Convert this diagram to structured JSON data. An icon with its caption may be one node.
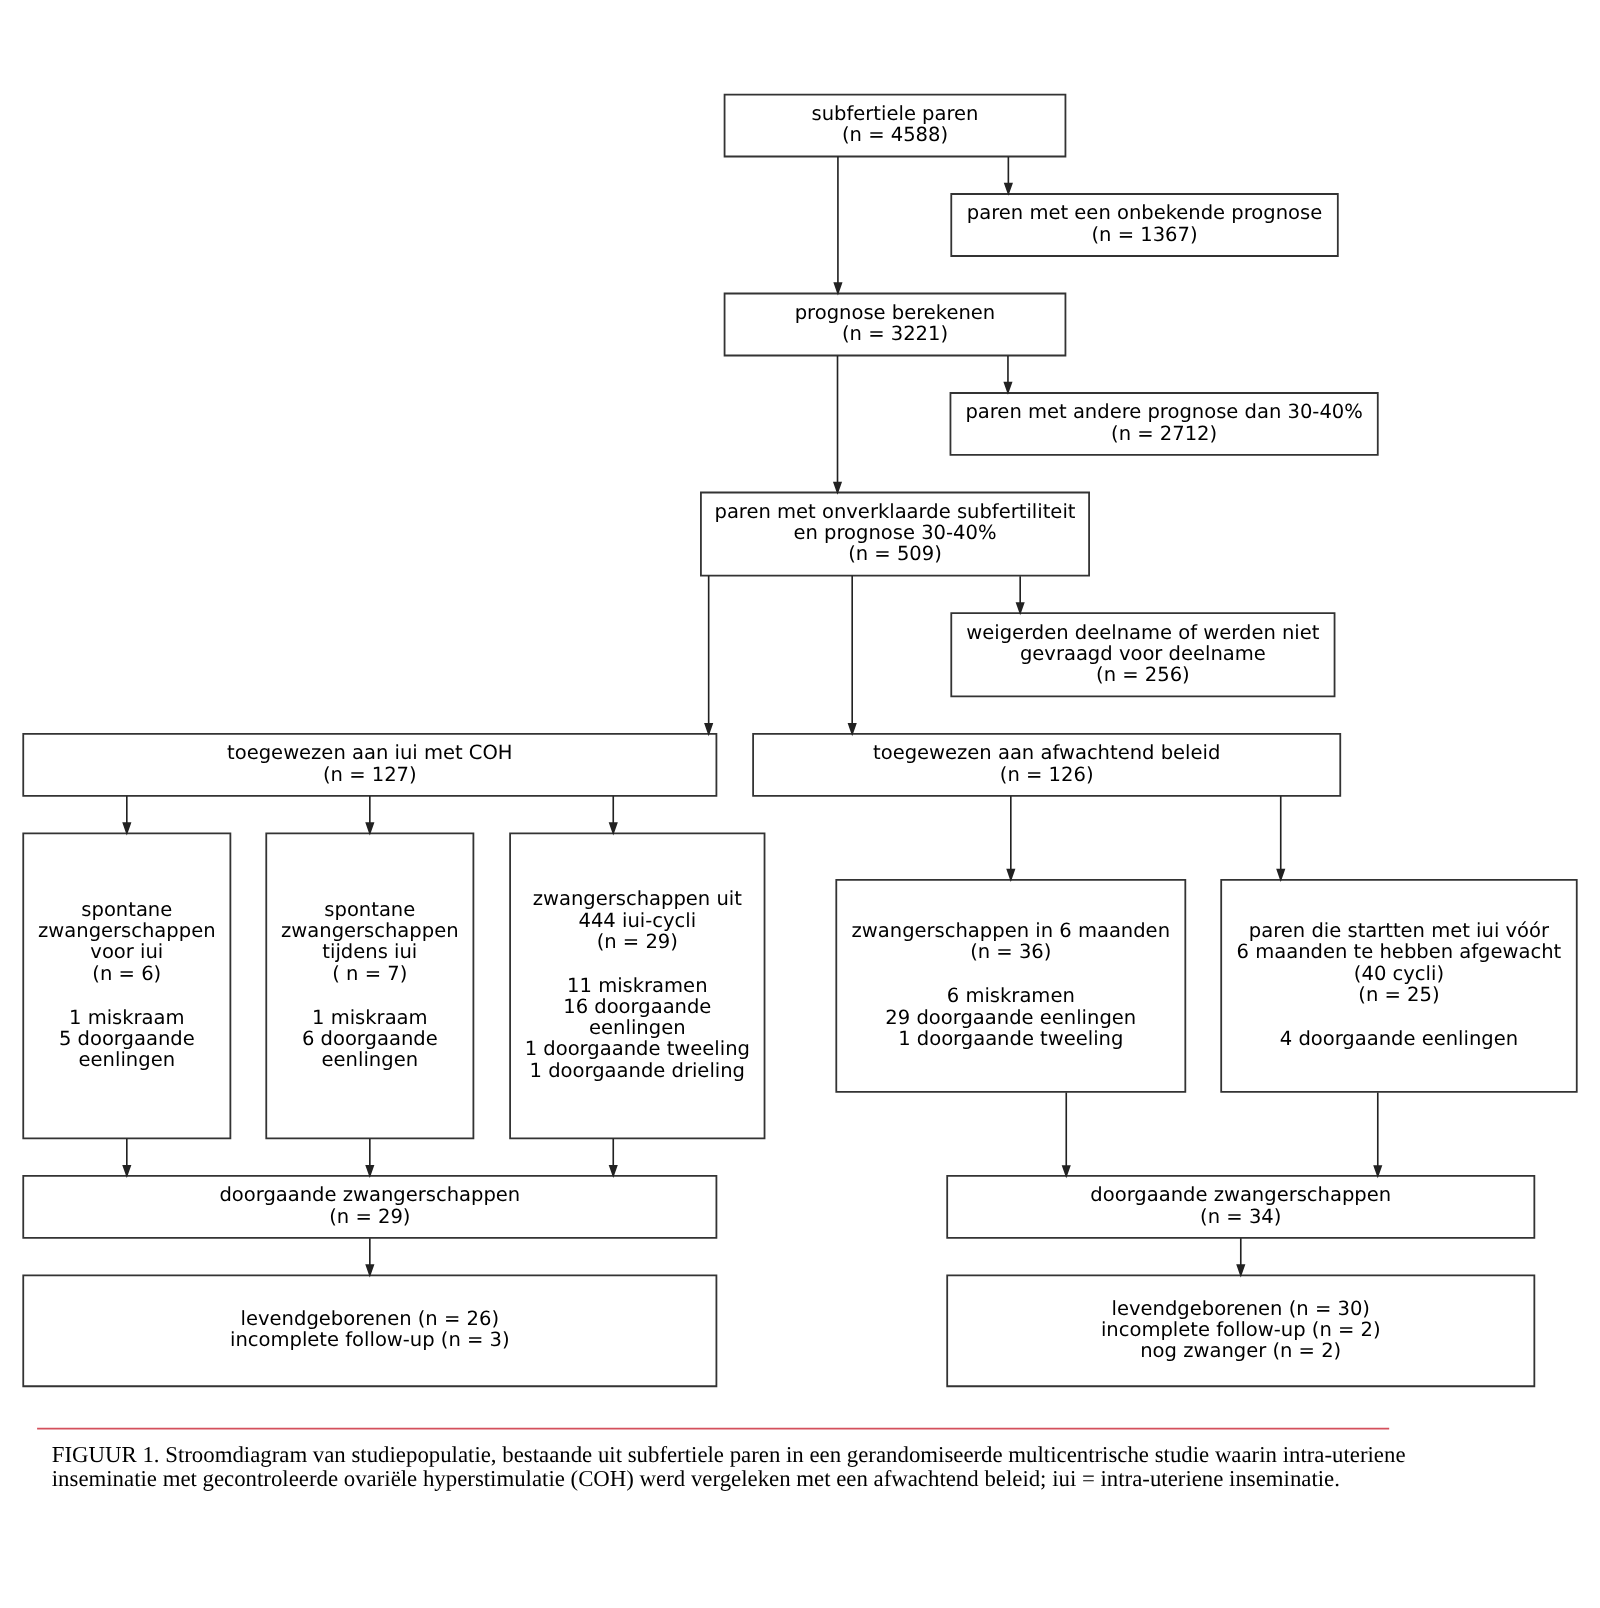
{
  "diagram": {
    "caption": "FIGUUR 1. Stroomdiagram van studiepopulatie, bestaande uit subfertiele paren in een gerandomiseerde multicentrische studie waarin intra-uteriene inseminatie met gecontroleerde ovariële hyperstimulatie (COH) werd vergeleken met een afwachtend beleid; iui = intra-uteriene inseminatie.",
    "nodes": [
      {
        "text": [
          "subfertiele paren",
          "(n = 4588)"
        ]
      },
      {
        "text": [
          "paren met een onbekende prognose",
          "(n = 1367)"
        ]
      },
      {
        "text": [
          "prognose berekenen",
          "(n = 3221)"
        ]
      },
      {
        "text": [
          "paren met andere prognose dan 30-40%",
          "(n = 2712)"
        ]
      },
      {
        "text": [
          "paren met onverklaarde subfertiliteit en prognose 30-40%",
          "(n = 509)"
        ]
      },
      {
        "text": [
          "weigerden deelname of werden niet gevraagd voor deelname",
          "(n = 256)"
        ]
      },
      {
        "text": [
          "toegewezen aan iui met COH",
          "(n = 127)"
        ]
      },
      {
        "text": [
          "toegewezen aan afwachtend beleid",
          "(n = 126)"
        ]
      },
      {
        "text": [
          "spontane zwangerschappen voor iui",
          "(n = 6)",
          "1 miskraam",
          "5 doorgaande eenlingen"
        ]
      },
      {
        "text": [
          "spontane zwangerschappen tijdens iui",
          "( n = 7)",
          "1 miskraam",
          "6 doorgaande eenlingen"
        ]
      },
      {
        "text": [
          "zwangerschappen uit 444 iui-cycli",
          "(n = 29)",
          "11 miskramen",
          "16 doorgaande eenlingen",
          "1 doorgaande tweeling",
          "1 doorgaande drieling"
        ]
      },
      {
        "text": [
          "zwangerschappen in 6 maanden",
          "(n = 36)",
          "6 miskramen",
          "29 doorgaande eenlingen",
          "1 doorgaande tweeling"
        ]
      },
      {
        "text": [
          "paren die startten met iui vóór 6 maanden te hebben afgewacht",
          "(40 cycli)",
          "(n = 25)",
          "4 doorgaande eenlingen"
        ]
      },
      {
        "text": [
          "doorgaande zwangerschappen",
          "(n = 29)"
        ]
      },
      {
        "text": [
          "doorgaande zwangerschappen",
          "(n = 34)"
        ]
      },
      {
        "text": [
          "levendgeborenen (n = 26)",
          "incomplete follow-up (n = 3)"
        ]
      },
      {
        "text": [
          "levendgeborenen (n = 30)",
          "incomplete follow-up (n = 2)",
          "nog zwanger (n = 2)"
        ]
      }
    ],
    "edges": [
      {
        "from": 0,
        "to": 2,
        "arrow": "to"
      },
      {
        "from": 0,
        "to": 1,
        "arrow": "to"
      },
      {
        "from": 2,
        "to": 4,
        "arrow": "to"
      },
      {
        "from": 2,
        "to": 3,
        "arrow": "to"
      },
      {
        "from": 4,
        "to": 6,
        "arrow": "to"
      },
      {
        "from": 4,
        "to": 7,
        "arrow": "to"
      },
      {
        "from": 4,
        "to": 5,
        "arrow": "to"
      },
      {
        "from": 6,
        "to": 8,
        "arrow": "to"
      },
      {
        "from": 6,
        "to": 9,
        "arrow": "to"
      },
      {
        "from": 6,
        "to": 10,
        "arrow": "to"
      },
      {
        "from": 7,
        "to": 11,
        "arrow": "to"
      },
      {
        "from": 7,
        "to": 12,
        "arrow": "to"
      },
      {
        "from": 8,
        "to": 13,
        "arrow": "to"
      },
      {
        "from": 9,
        "to": 13,
        "arrow": "to"
      },
      {
        "from": 10,
        "to": 13,
        "arrow": "to"
      },
      {
        "from": 11,
        "to": 14,
        "arrow": "to"
      },
      {
        "from": 12,
        "to": 14,
        "arrow": "to"
      },
      {
        "from": 13,
        "to": 15,
        "arrow": "to"
      },
      {
        "from": 14,
        "to": 16,
        "arrow": "to"
      }
    ]
  }
}
